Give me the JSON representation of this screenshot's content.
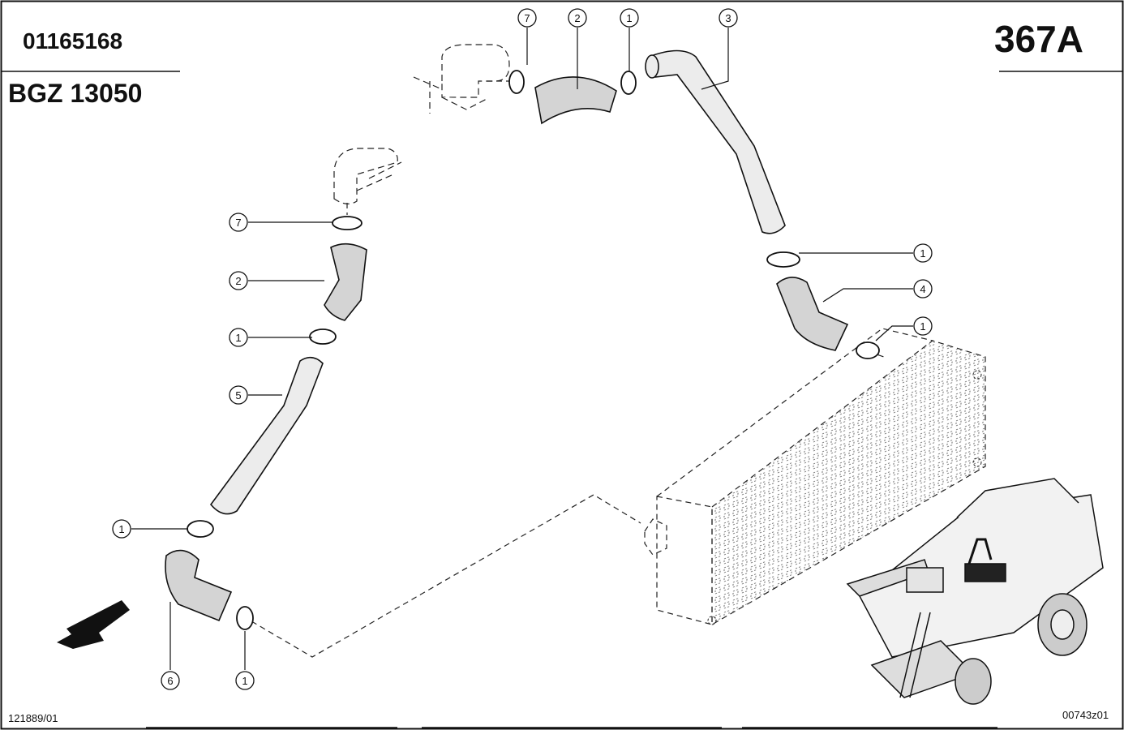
{
  "header": {
    "part_number": "01165168",
    "group_code": "BGZ 13050",
    "page_code": "367A"
  },
  "footer": {
    "left_code": "121889/01",
    "right_code": "00743z01"
  },
  "callouts": [
    "7",
    "2",
    "1",
    "3",
    "7",
    "2",
    "1",
    "5",
    "1",
    "6",
    "1",
    "1",
    "4",
    "1"
  ],
  "icons": {
    "direction": "arrow-icon",
    "machine": "combine-harvester-icon"
  }
}
